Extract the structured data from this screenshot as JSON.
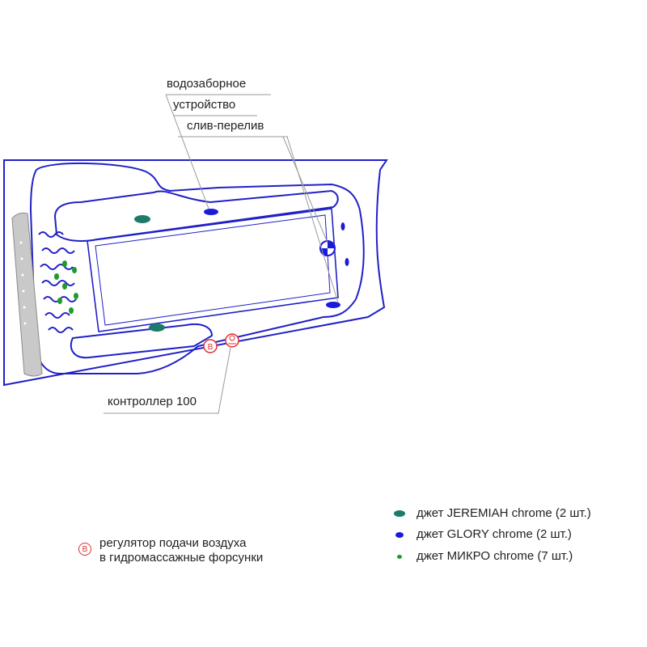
{
  "callouts": {
    "intake_line1": "водозаборное",
    "intake_line2": "устройство",
    "overflow": "слив-перелив",
    "controller": "контроллер 100"
  },
  "air_regulator": {
    "badge": "B",
    "line1": "регулятор подачи воздуха",
    "line2": "в гидромассажные форсунки"
  },
  "legend": [
    {
      "label": "джет JEREMIAH chrome (2 шт.)",
      "color": "#1e7a6a"
    },
    {
      "label": "джет GLORY chrome (2 шт.)",
      "color": "#1a1adc"
    },
    {
      "label": "джет МИКРО chrome (7 шт.)",
      "color": "#1f9a2f"
    }
  ],
  "colors": {
    "outline": "#2020c8",
    "callout_line": "#9a9a9a",
    "regulator": "#e03030"
  }
}
